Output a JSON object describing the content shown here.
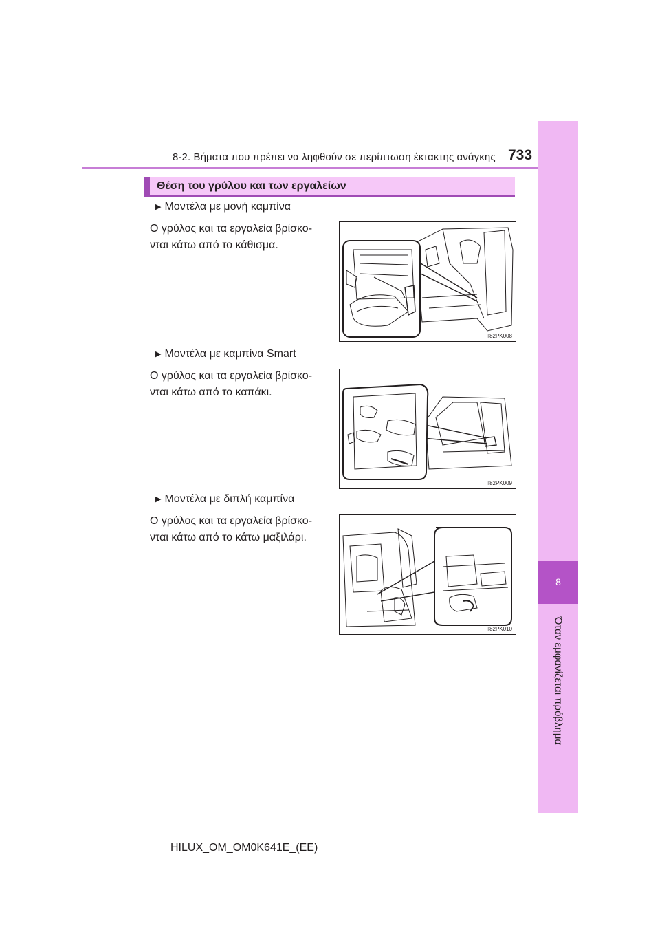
{
  "header": {
    "section_text": "8-2. Βήματα που πρέπει να ληφθούν σε περίπτωση έκτακτης ανάγκης",
    "page_number": "733"
  },
  "side_tab": {
    "chapter_number": "8",
    "chapter_title": "Όταν εμφανίζεται πρόβλημα"
  },
  "section": {
    "title": "Θέση του γρύλου και των εργαλείων"
  },
  "items": [
    {
      "bullet": "Μοντέλα με μονή καμπίνα",
      "text_line1": "Ο γρύλος και τα εργαλεία βρίσκο-",
      "text_line2": "νται κάτω από το κάθισμα.",
      "figure_code": "II82PK008"
    },
    {
      "bullet": "Μοντέλα με καμπίνα Smart",
      "text_line1": "Ο γρύλος και τα εργαλεία βρίσκο-",
      "text_line2": "νται κάτω από το καπάκι.",
      "figure_code": "II82PK009"
    },
    {
      "bullet": "Μοντέλα με διπλή καμπίνα",
      "text_line1": "Ο γρύλος και τα εργαλεία βρίσκο-",
      "text_line2": "νται κάτω από το κάτω μαξιλάρι.",
      "figure_code": "II82PK010"
    }
  ],
  "footer": {
    "document_code": "HILUX_OM_OM0K641E_(EE)"
  },
  "colors": {
    "accent_purple": "#a04bb5",
    "tab_pink": "#f0b8f3",
    "section_pink": "#f6c8f8"
  }
}
